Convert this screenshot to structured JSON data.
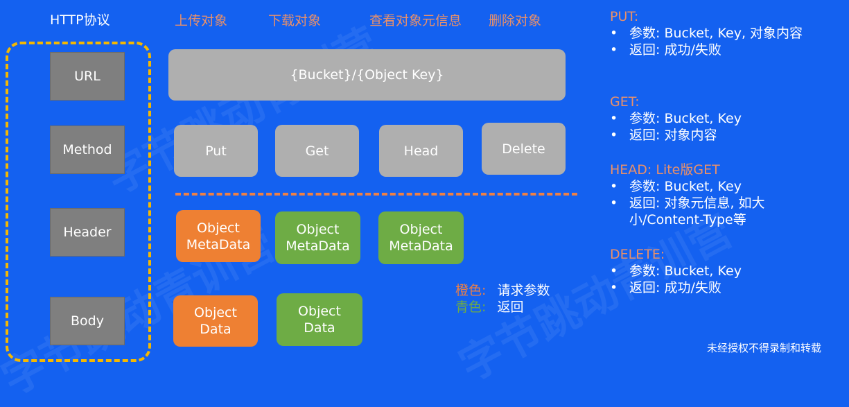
{
  "title": "HTTP协议",
  "fields": [
    "URL",
    "Method",
    "Header",
    "Body"
  ],
  "operations": [
    "上传对象",
    "下载对象",
    "查看对象元信息",
    "删除对象"
  ],
  "url_text": "{Bucket}/{Object Key}",
  "methods": [
    "Put",
    "Get",
    "Head",
    "Delete"
  ],
  "metadata_blocks": [
    "Object\nMetaData",
    "Object\nMetaData",
    "Object\nMetaData"
  ],
  "data_blocks": [
    "Object\nData",
    "Object\nData"
  ],
  "legend": {
    "orange_key": "橙色:",
    "orange_value": "请求参数",
    "green_key": "青色:",
    "green_value": "返回"
  },
  "sidebar": {
    "put": {
      "head": "PUT:",
      "items": [
        "参数: Bucket, Key, 对象内容",
        "返回: 成功/失败"
      ]
    },
    "get": {
      "head": "GET:",
      "items": [
        "参数: Bucket, Key",
        "返回: 对象内容"
      ]
    },
    "head_op": {
      "head": "HEAD: Lite版GET",
      "items": [
        "参数: Bucket, Key",
        "返回: 对象元信息, 如大小/Content-Type等"
      ]
    },
    "delete": {
      "head": "DELETE:",
      "items": [
        "参数: Bucket, Key",
        "返回: 成功/失败"
      ]
    }
  },
  "footer": "未经授权不得录制和转载",
  "colors": {
    "background": "#1461F0",
    "orange": "#EE8033",
    "green": "#6EAC45",
    "gray": "#AFAFAF",
    "dark_gray": "#7F7F7F",
    "yellow_dash": "#F5B800"
  }
}
